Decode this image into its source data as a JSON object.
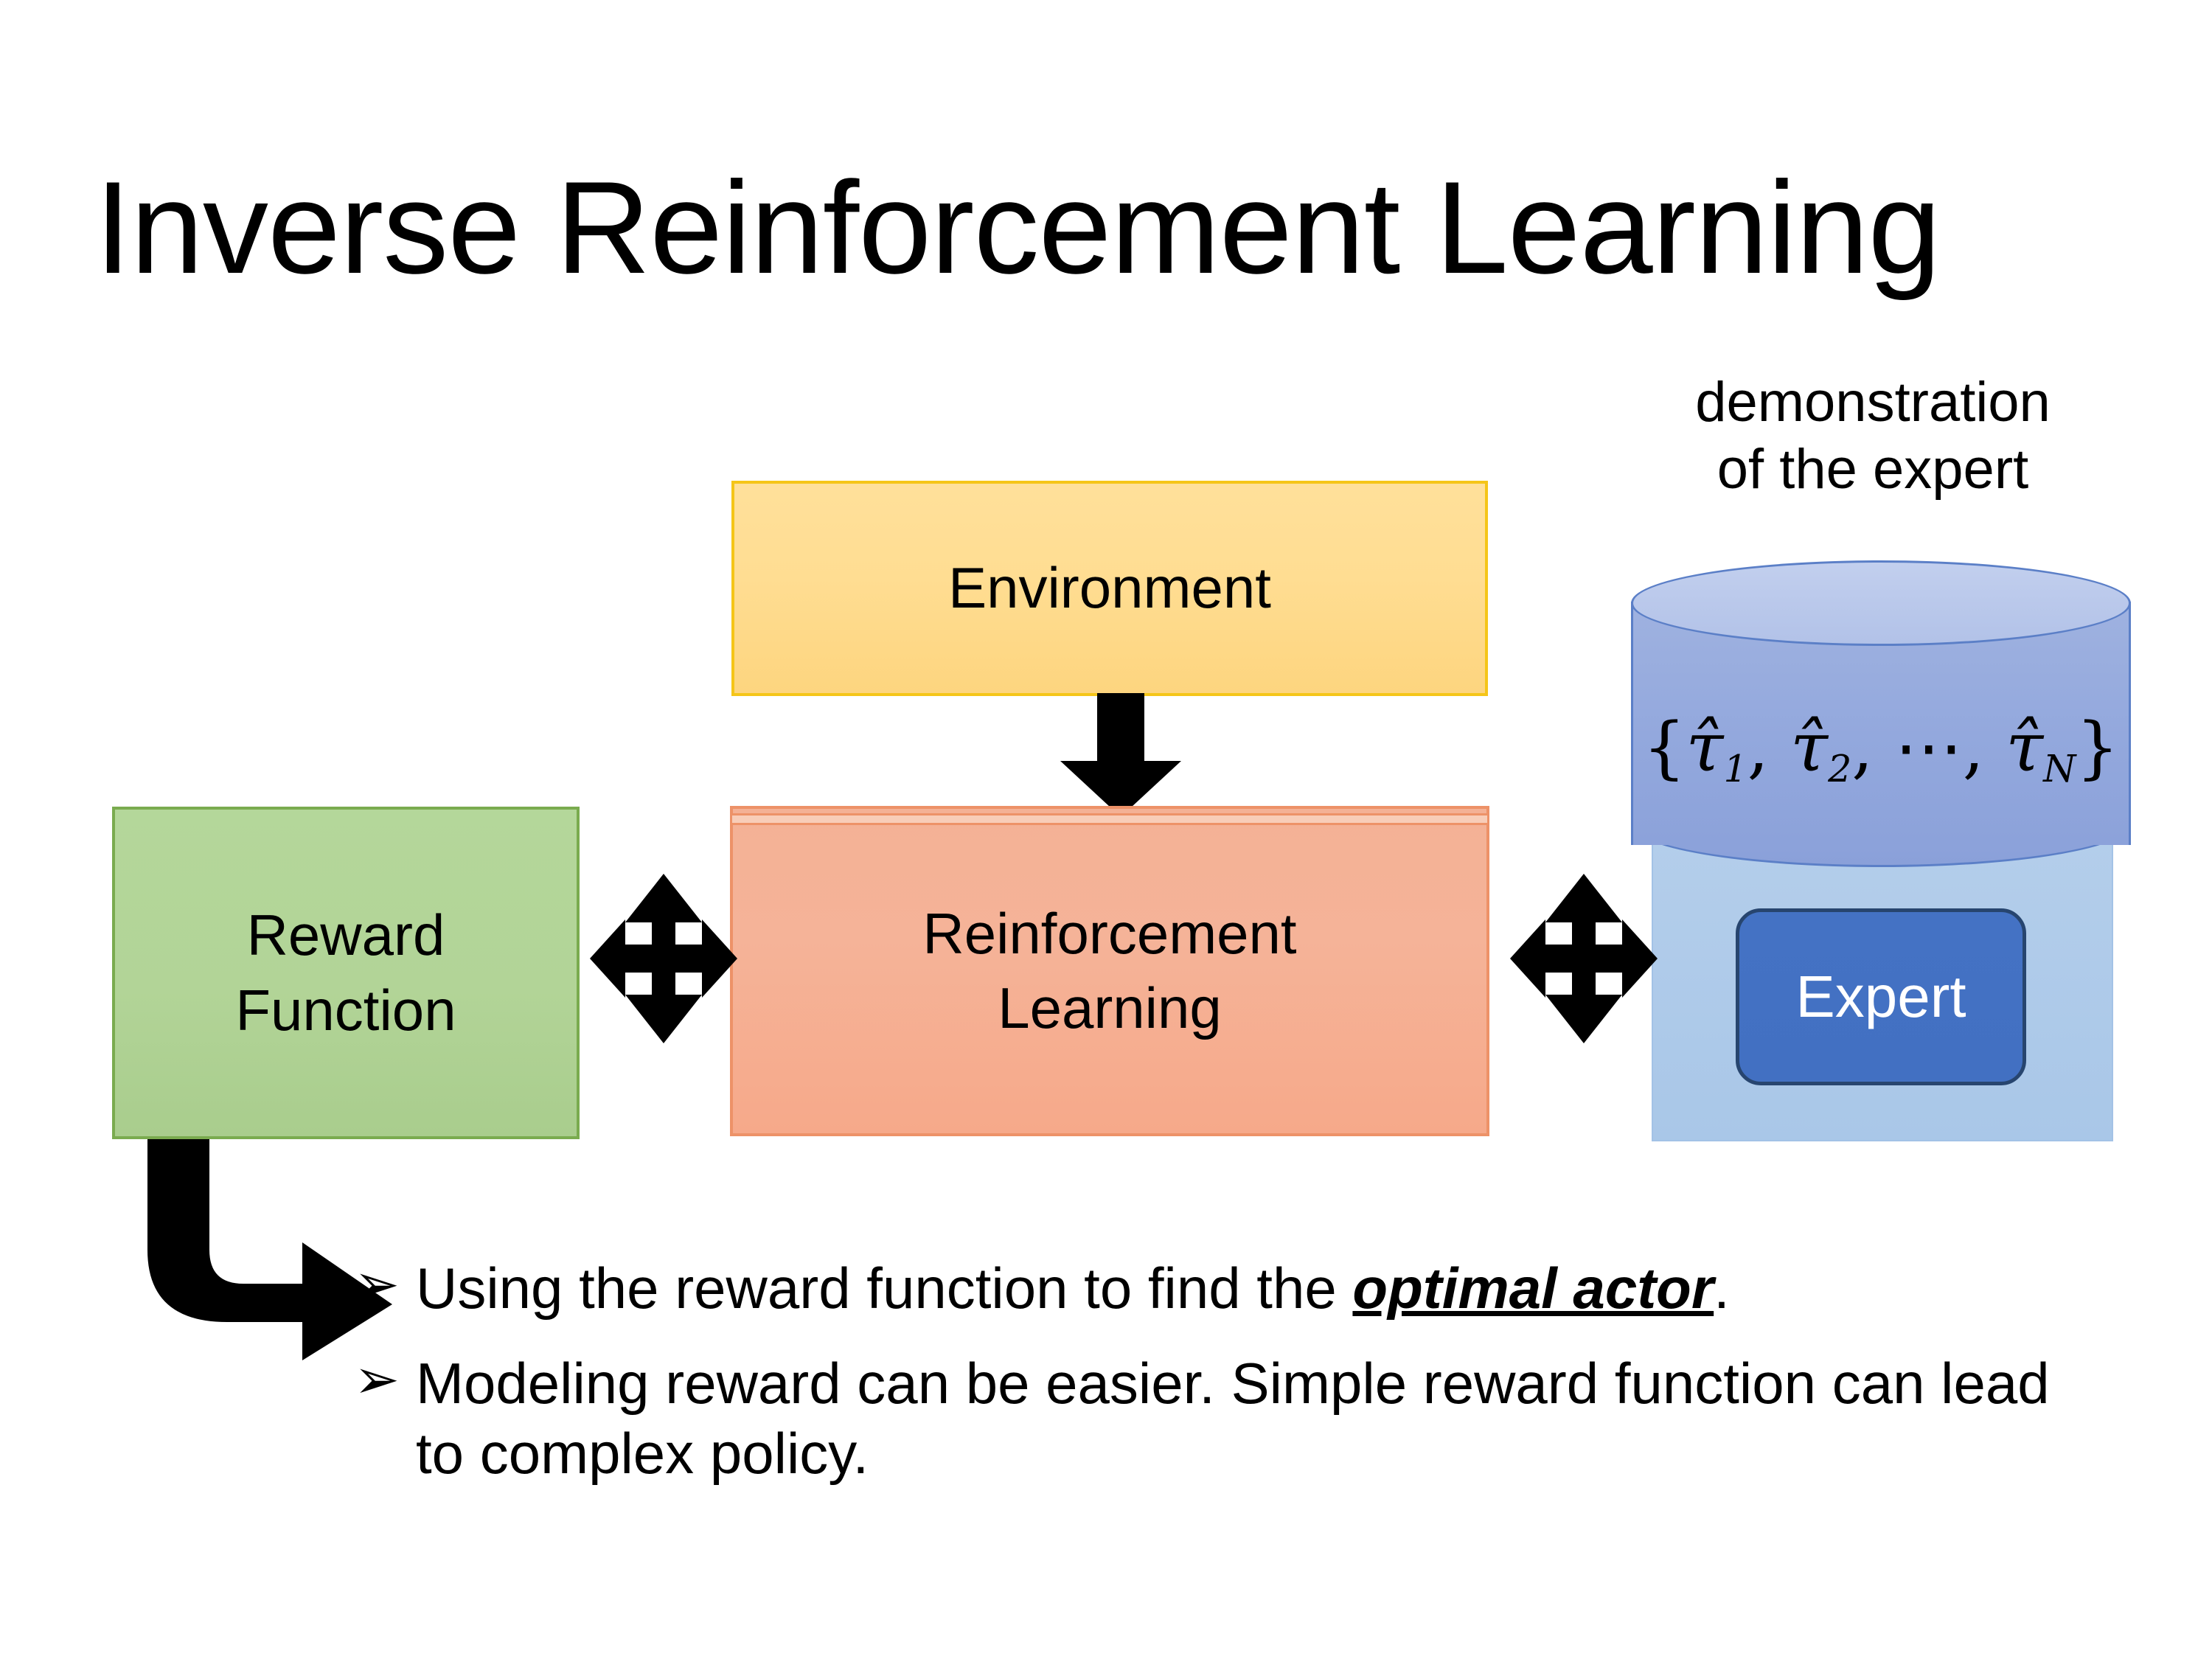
{
  "title": "Inverse Reinforcement Learning",
  "diagram": {
    "environment_label": "Environment",
    "reinforcement_learning_label": "Reinforcement\nLearning",
    "reward_function_label": "Reward\nFunction",
    "expert_label": "Expert",
    "demonstration_caption": "demonstration\nof the expert",
    "trajectory_set": {
      "open_brace": "{",
      "tau1": "τ̂",
      "sub1": "1",
      "sep1": ", ",
      "tau2": "τ̂",
      "sub2": "2",
      "sep2": ", ⋯, ",
      "tauN": "τ̂",
      "subN": "N",
      "close_brace": "}",
      "plain": "{τ̂1, τ̂2, ⋯, τ̂N}"
    },
    "arrows": {
      "environment_to_rl": "down-arrow",
      "reward_to_rl": "four-way-arrow",
      "rl_to_expert": "four-way-arrow",
      "reward_to_bullets": "elbow-arrow"
    }
  },
  "bullets": [
    {
      "marker": "➢",
      "prefix": "Using the reward function to find the ",
      "emphasis": "optimal actor",
      "suffix": "."
    },
    {
      "marker": "➢",
      "prefix": "Modeling reward can be easier. Simple reward function can lead to complex policy.",
      "emphasis": "",
      "suffix": ""
    }
  ],
  "colors": {
    "environment_fill": "#ffdd92",
    "environment_border": "#f5c518",
    "reinforcement_learning_fill": "#f4b195",
    "reinforcement_learning_border": "#ed9268",
    "reward_function_fill": "#b2d497",
    "reward_function_border": "#7aab4f",
    "cylinder_fill": "#93a8dd",
    "cylinder_border": "#5b7fc7",
    "expert_panel_fill": "#aecae9",
    "expert_chip_fill": "#4472c4",
    "expert_chip_text": "#ffffff",
    "arrow_fill": "#000000",
    "background": "#ffffff",
    "text": "#000000"
  }
}
